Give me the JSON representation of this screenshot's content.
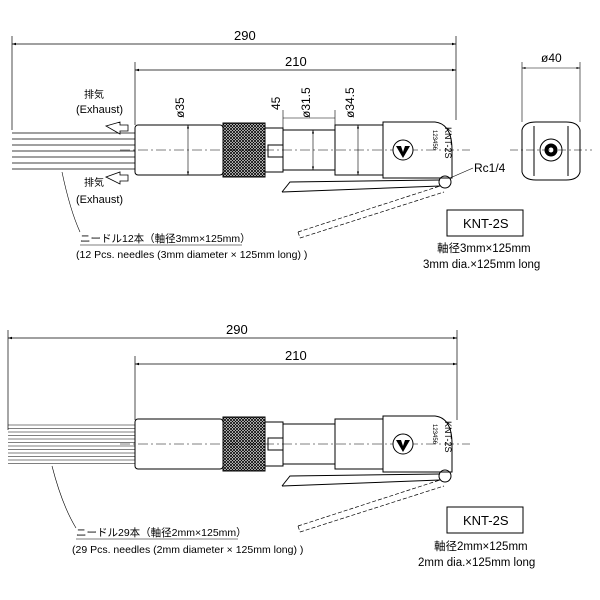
{
  "top": {
    "dim_total": "290",
    "dim_body": "210",
    "dim_diameter_front": "ø35",
    "dim_45": "45",
    "dim_diameter_mid": "ø31.5",
    "dim_diameter_rear": "ø34.5",
    "dim_end_diameter": "ø40",
    "exhaust_jp_1": "排気",
    "exhaust_en_1": "(Exhaust)",
    "exhaust_jp_2": "排気",
    "exhaust_en_2": "(Exhaust)",
    "thread_label": "Rc1/4",
    "body_marking": "KNT-2S",
    "body_marking_small": "123456",
    "model_box": "KNT-2S",
    "spec_jp": "軸径3mm×125mm",
    "spec_en": "3mm dia.×125mm long",
    "needle_jp": "ニードル12本（軸径3mm×125mm）",
    "needle_en": "(12 Pcs. needles (3mm diameter × 125mm long) )"
  },
  "bottom": {
    "dim_total": "290",
    "dim_body": "210",
    "body_marking": "KNT-2S",
    "body_marking_small": "123456",
    "model_box": "KNT-2S",
    "spec_jp": "軸径2mm×125mm",
    "spec_en": "2mm dia.×125mm long",
    "needle_jp": "ニードル29本（軸径2mm×125mm）",
    "needle_en": "(29 Pcs. needles (2mm diameter × 125mm long) )"
  }
}
